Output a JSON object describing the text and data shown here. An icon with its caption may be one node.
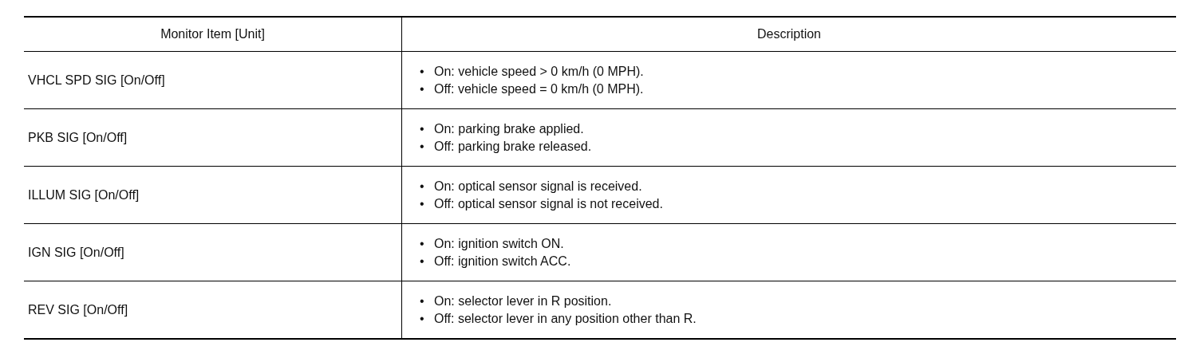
{
  "diagram": {
    "labels": [
      "Monitor Item [Unit]",
      "Description",
      "VHCL SPD SIG [On/Off]",
      "•",
      "On: vehicle speed > 0 km/h (0 MPH).",
      "•",
      "Off: vehicle speed = 0 km/h (0 MPH).",
      "PKB SIG [On/Off]",
      "•",
      "On: parking brake applied.",
      "•",
      "Off: parking brake released.",
      "ILLUM SIG [On/Off]",
      "•",
      "On: optical sensor signal is received.",
      "•",
      "Off: optical sensor signal is not received.",
      "IGN SIG [On/Off]",
      "•",
      "On: ignition switch ON.",
      "•",
      "Off: ignition switch ACC.",
      "REV SIG [On/Off]",
      "•",
      "On: selector lever in R position.",
      "•",
      "Off: selector lever in any position other than R."
    ]
  }
}
